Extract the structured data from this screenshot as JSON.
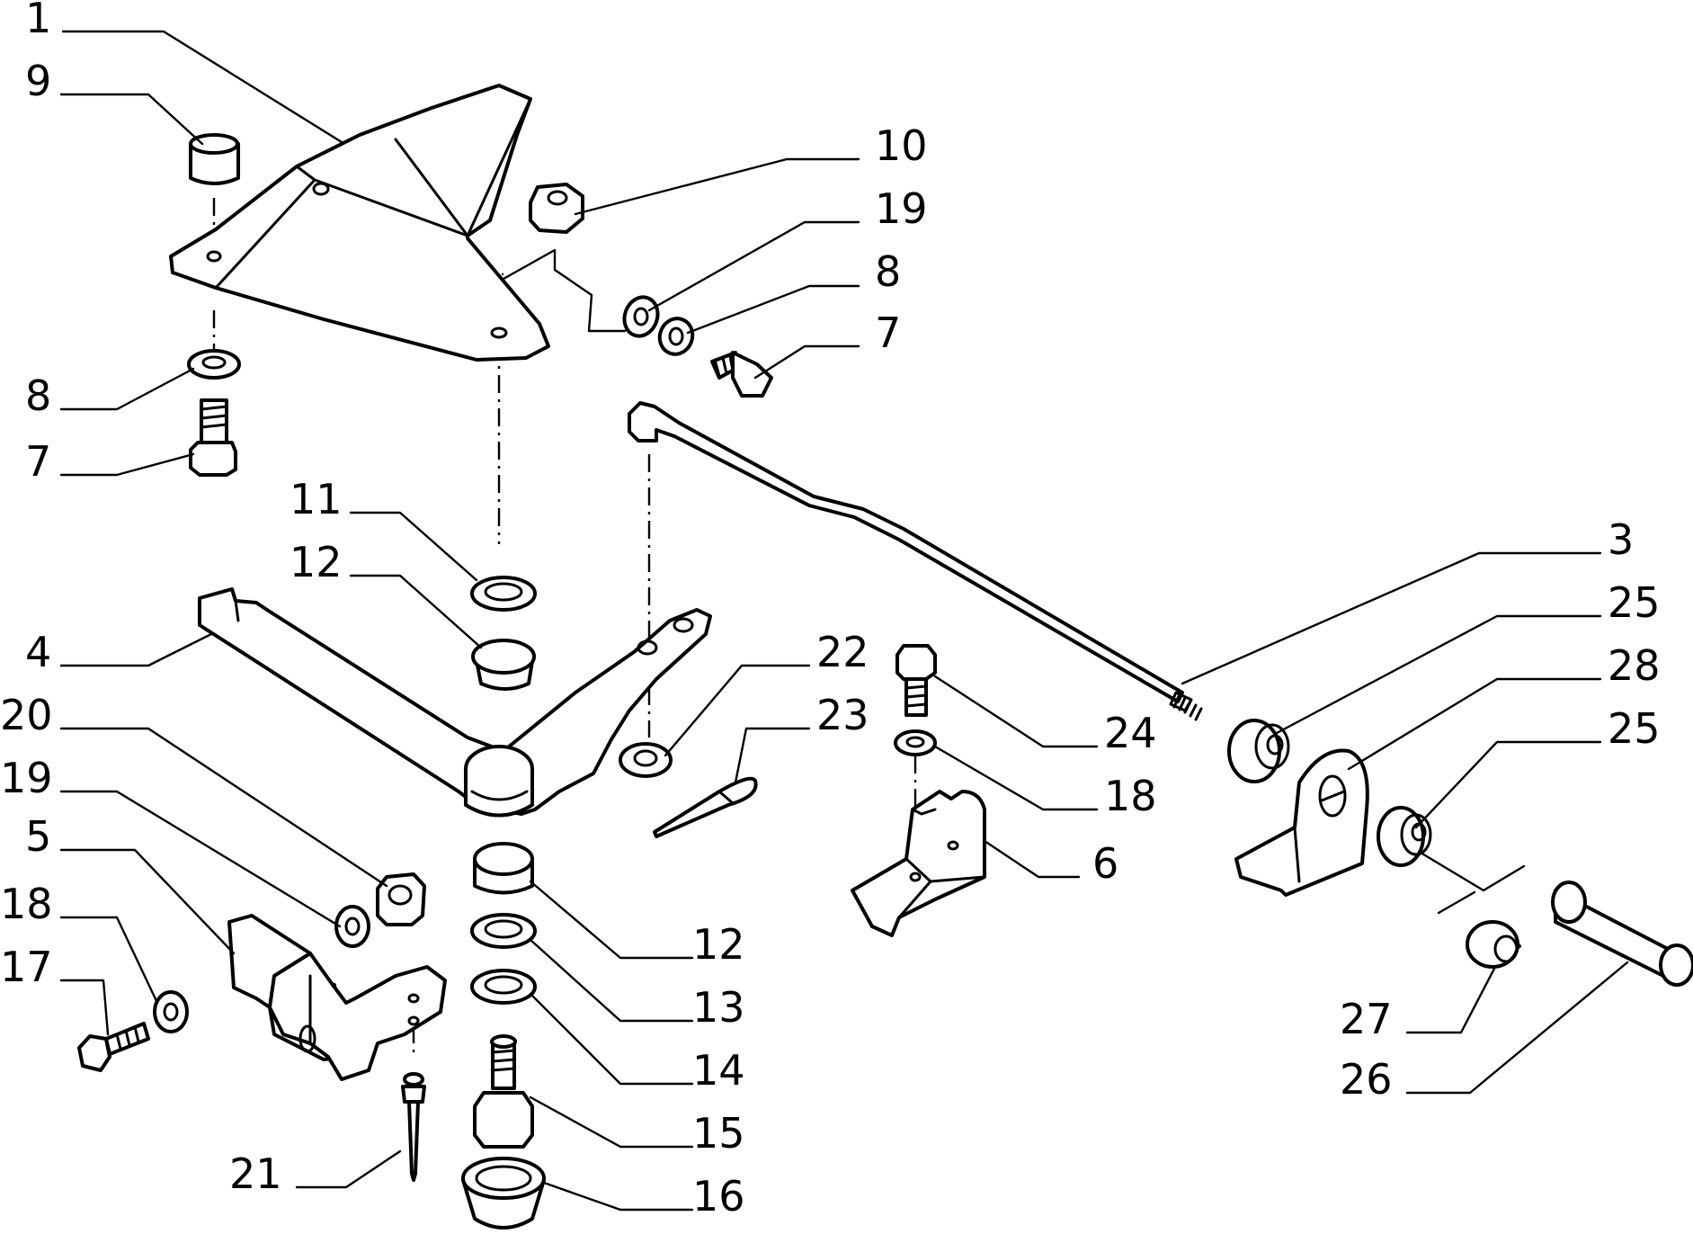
{
  "diagram": {
    "callouts": [
      {
        "id": "c1",
        "label": "1"
      },
      {
        "id": "c9",
        "label": "9"
      },
      {
        "id": "c10",
        "label": "10"
      },
      {
        "id": "c19a",
        "label": "19"
      },
      {
        "id": "c8a",
        "label": "8"
      },
      {
        "id": "c7a",
        "label": "7"
      },
      {
        "id": "c8b",
        "label": "8"
      },
      {
        "id": "c7b",
        "label": "7"
      },
      {
        "id": "c11",
        "label": "11"
      },
      {
        "id": "c12a",
        "label": "12"
      },
      {
        "id": "c3",
        "label": "3"
      },
      {
        "id": "c25a",
        "label": "25"
      },
      {
        "id": "c28",
        "label": "28"
      },
      {
        "id": "c25b",
        "label": "25"
      },
      {
        "id": "c4",
        "label": "4"
      },
      {
        "id": "c22",
        "label": "22"
      },
      {
        "id": "c23",
        "label": "23"
      },
      {
        "id": "c20",
        "label": "20"
      },
      {
        "id": "c24",
        "label": "24"
      },
      {
        "id": "c18a",
        "label": "18"
      },
      {
        "id": "c19b",
        "label": "19"
      },
      {
        "id": "c5",
        "label": "5"
      },
      {
        "id": "c6",
        "label": "6"
      },
      {
        "id": "c18b",
        "label": "18"
      },
      {
        "id": "c12b",
        "label": "12"
      },
      {
        "id": "c17",
        "label": "17"
      },
      {
        "id": "c13",
        "label": "13"
      },
      {
        "id": "c27",
        "label": "27"
      },
      {
        "id": "c14",
        "label": "14"
      },
      {
        "id": "c26",
        "label": "26"
      },
      {
        "id": "c15",
        "label": "15"
      },
      {
        "id": "c21",
        "label": "21"
      },
      {
        "id": "c16",
        "label": "16"
      }
    ]
  }
}
